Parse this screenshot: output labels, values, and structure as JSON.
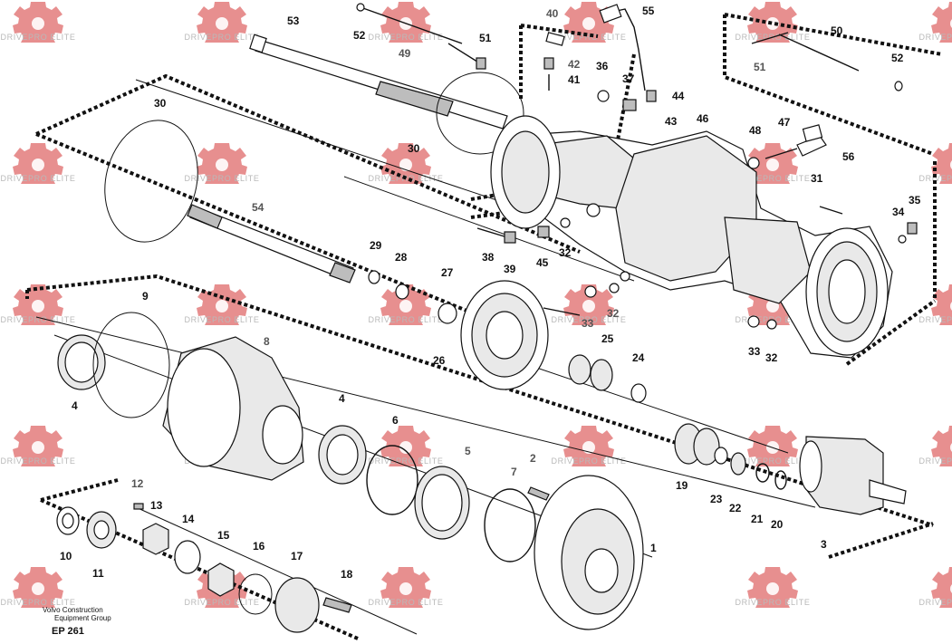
{
  "watermark": {
    "text": "DRIVEPRO ELITE",
    "color": "#e37b7b"
  },
  "credit": {
    "line1": "Volvo Construction",
    "line2": "Equipment Group",
    "code": "EP 261"
  },
  "callouts": [
    {
      "id": "c53",
      "label": "53"
    },
    {
      "id": "c52a",
      "label": "52"
    },
    {
      "id": "c49",
      "label": "49"
    },
    {
      "id": "c51a",
      "label": "51"
    },
    {
      "id": "c40",
      "label": "40"
    },
    {
      "id": "c55",
      "label": "55"
    },
    {
      "id": "c42",
      "label": "42"
    },
    {
      "id": "c41",
      "label": "41"
    },
    {
      "id": "c36",
      "label": "36"
    },
    {
      "id": "c37",
      "label": "37"
    },
    {
      "id": "c44",
      "label": "44"
    },
    {
      "id": "c50",
      "label": "50"
    },
    {
      "id": "c51b",
      "label": "51"
    },
    {
      "id": "c52b",
      "label": "52"
    },
    {
      "id": "c30a",
      "label": "30"
    },
    {
      "id": "c30b",
      "label": "30"
    },
    {
      "id": "c43",
      "label": "43"
    },
    {
      "id": "c46",
      "label": "46"
    },
    {
      "id": "c47",
      "label": "47"
    },
    {
      "id": "c48",
      "label": "48"
    },
    {
      "id": "c56",
      "label": "56"
    },
    {
      "id": "c31",
      "label": "31"
    },
    {
      "id": "c35",
      "label": "35"
    },
    {
      "id": "c34",
      "label": "34"
    },
    {
      "id": "c54",
      "label": "54"
    },
    {
      "id": "c38",
      "label": "38"
    },
    {
      "id": "c39",
      "label": "39"
    },
    {
      "id": "c45",
      "label": "45"
    },
    {
      "id": "c32a",
      "label": "32"
    },
    {
      "id": "c29",
      "label": "29"
    },
    {
      "id": "c28",
      "label": "28"
    },
    {
      "id": "c27",
      "label": "27"
    },
    {
      "id": "c33a",
      "label": "33"
    },
    {
      "id": "c32b",
      "label": "32"
    },
    {
      "id": "c33b",
      "label": "33"
    },
    {
      "id": "c32c",
      "label": "32"
    },
    {
      "id": "c9",
      "label": "9"
    },
    {
      "id": "c8",
      "label": "8"
    },
    {
      "id": "c4a",
      "label": "4"
    },
    {
      "id": "c26",
      "label": "26"
    },
    {
      "id": "c25",
      "label": "25"
    },
    {
      "id": "c24",
      "label": "24"
    },
    {
      "id": "c4b",
      "label": "4"
    },
    {
      "id": "c6",
      "label": "6"
    },
    {
      "id": "c5",
      "label": "5"
    },
    {
      "id": "c2",
      "label": "2"
    },
    {
      "id": "c7",
      "label": "7"
    },
    {
      "id": "c12",
      "label": "12"
    },
    {
      "id": "c13",
      "label": "13"
    },
    {
      "id": "c14",
      "label": "14"
    },
    {
      "id": "c10",
      "label": "10"
    },
    {
      "id": "c11",
      "label": "11"
    },
    {
      "id": "c15",
      "label": "15"
    },
    {
      "id": "c16",
      "label": "16"
    },
    {
      "id": "c17",
      "label": "17"
    },
    {
      "id": "c18",
      "label": "18"
    },
    {
      "id": "c1",
      "label": "1"
    },
    {
      "id": "c19",
      "label": "19"
    },
    {
      "id": "c23",
      "label": "23"
    },
    {
      "id": "c22",
      "label": "22"
    },
    {
      "id": "c21",
      "label": "21"
    },
    {
      "id": "c20",
      "label": "20"
    },
    {
      "id": "c3",
      "label": "3"
    }
  ]
}
